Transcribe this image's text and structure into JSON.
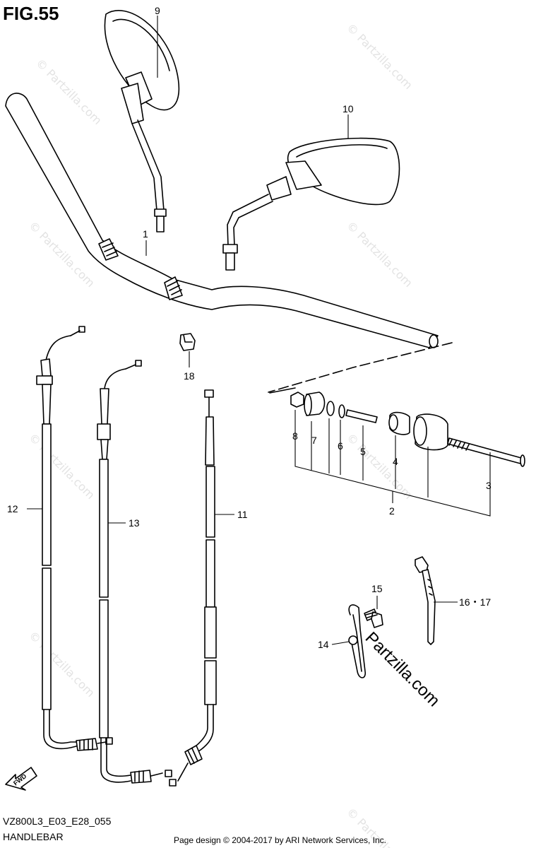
{
  "figure": {
    "title": "FIG.55",
    "code": "VZ800L3_E03_E28_055",
    "name": "HANDLEBAR",
    "credit": "Page design © 2004-2017 by ARI Network Services, Inc."
  },
  "branding": {
    "watermark": "© Partzilla.com",
    "logo_text": "Partzilla.com"
  },
  "direction_badge": {
    "text": "FWD",
    "icon": "forward-arrow-icon"
  },
  "callouts": {
    "c1": "1",
    "c2": "2",
    "c3": "3",
    "c4": "4",
    "c5": "5",
    "c6": "6",
    "c7": "7",
    "c8": "8",
    "c9": "9",
    "c10": "10",
    "c11": "11",
    "c12": "12",
    "c13": "13",
    "c14": "14",
    "c15": "15",
    "c16_17": "16・17",
    "c18": "18"
  },
  "colors": {
    "line": "#000000",
    "background": "#ffffff",
    "watermark": "#e3e3e3"
  }
}
